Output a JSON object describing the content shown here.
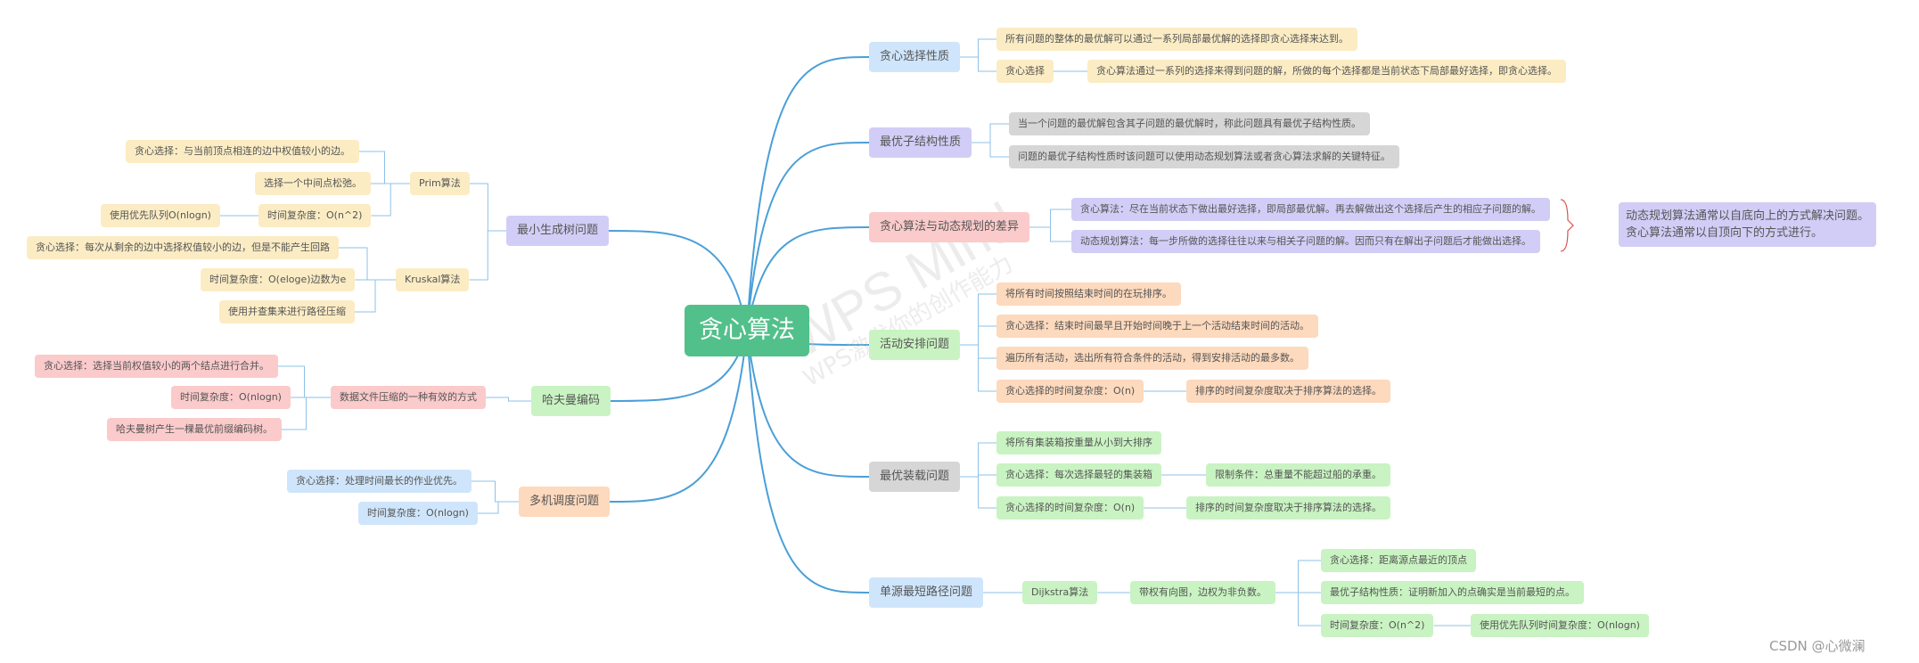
{
  "root": "贪心算法",
  "right": [
    {
      "label": "贪心选择性质",
      "children": [
        {
          "label": "所有问题的整体的最优解可以通过一系列局部最优解的选择即贪心选择来达到。"
        },
        {
          "label": "贪心选择",
          "children": [
            {
              "label": "贪心算法通过一系列的选择来得到问题的解，所做的每个选择都是当前状态下局部最好选择，即贪心选择。"
            }
          ]
        }
      ]
    },
    {
      "label": "最优子结构性质",
      "children": [
        {
          "label": "当一个问题的最优解包含其子问题的最优解时，称此问题具有最优子结构性质。"
        },
        {
          "label": "问题的最优子结构性质时该问题可以使用动态规划算法或者贪心算法求解的关键特征。"
        }
      ]
    },
    {
      "label": "贪心算法与动态规划的差异",
      "children": [
        {
          "label": "贪心算法：尽在当前状态下做出最好选择，即局部最优解。再去解做出这个选择后产生的相应子问题的解。"
        },
        {
          "label": "动态规划算法：每一步所做的选择往往以来与相关子问题的解。因而只有在解出子问题后才能做出选择。"
        }
      ],
      "summary": [
        "动态规划算法通常以自底向上的方式解决问题。",
        "贪心算法通常以自顶向下的方式进行。"
      ]
    },
    {
      "label": "活动安排问题",
      "children": [
        {
          "label": "将所有时间按照结束时间的在玩排序。"
        },
        {
          "label": "贪心选择：结束时间最早且开始时间晚于上一个活动结束时间的活动。"
        },
        {
          "label": "遍历所有活动，选出所有符合条件的活动，得到安排活动的最多数。"
        },
        {
          "label": "贪心选择的时间复杂度：O(n)",
          "children": [
            {
              "label": "排序的时间复杂度取决于排序算法的选择。"
            }
          ]
        }
      ]
    },
    {
      "label": "最优装载问题",
      "children": [
        {
          "label": "将所有集装箱按重量从小到大排序"
        },
        {
          "label": "贪心选择：每次选择最轻的集装箱",
          "children": [
            {
              "label": "限制条件：总重量不能超过船的承重。"
            }
          ]
        },
        {
          "label": "贪心选择的时间复杂度：O(n)",
          "children": [
            {
              "label": "排序的时间复杂度取决于排序算法的选择。"
            }
          ]
        }
      ]
    },
    {
      "label": "单源最短路径问题",
      "children": [
        {
          "label": "Dijkstra算法",
          "children": [
            {
              "label": "带权有向图，边权为非负数。",
              "children": [
                {
                  "label": "贪心选择：距离源点最近的顶点"
                },
                {
                  "label": "最优子结构性质：证明新加入的点确实是当前最短的点。"
                },
                {
                  "label": "时间复杂度：O(n^2)",
                  "children": [
                    {
                      "label": "使用优先队列时间复杂度：O(nlogn)"
                    }
                  ]
                }
              ]
            }
          ]
        }
      ]
    }
  ],
  "left": [
    {
      "label": "最小生成树问题",
      "children": [
        {
          "label": "Prim算法",
          "children": [
            {
              "label": "贪心选择：与当前顶点相连的边中权值较小的边。"
            },
            {
              "label": "选择一个中间点松弛。"
            },
            {
              "label": "时间复杂度：O(n^2)",
              "children": [
                {
                  "label": "使用优先队列O(nlogn)"
                }
              ]
            }
          ]
        },
        {
          "label": "Kruskal算法",
          "children": [
            {
              "label": "贪心选择：每次从剩余的边中选择权值较小的边，但是不能产生回路"
            },
            {
              "label": "时间复杂度：O(eloge)边数为e"
            },
            {
              "label": "使用并查集来进行路径压缩"
            }
          ]
        }
      ]
    },
    {
      "label": "哈夫曼编码",
      "children": [
        {
          "label": "数据文件压缩的一种有效的方式",
          "children": [
            {
              "label": "贪心选择：选择当前权值较小的两个结点进行合并。"
            },
            {
              "label": "时间复杂度：O(nlogn)"
            },
            {
              "label": "哈夫曼树产生一棵最优前缀编码树。"
            }
          ]
        }
      ]
    },
    {
      "label": "多机调度问题",
      "children": [
        {
          "label": "贪心选择：处理时间最长的作业优先。"
        },
        {
          "label": "时间复杂度：O(nlogn)"
        }
      ]
    }
  ],
  "watermark": [
    "WPS Mind",
    "WPS激发你的创作能力"
  ],
  "credit": "CSDN @心微澜",
  "colors": {
    "root": "#52c08a",
    "link": "#4a9fd8",
    "blue": "#cfe5fb",
    "purple": "#d2cdf6",
    "pink": "#fbcaca",
    "green": "#c9f3c2",
    "gray": "#d6d6d6",
    "yellow": "#fbecc4",
    "peach": "#fdd9bd",
    "bracket": "#d9534f"
  }
}
